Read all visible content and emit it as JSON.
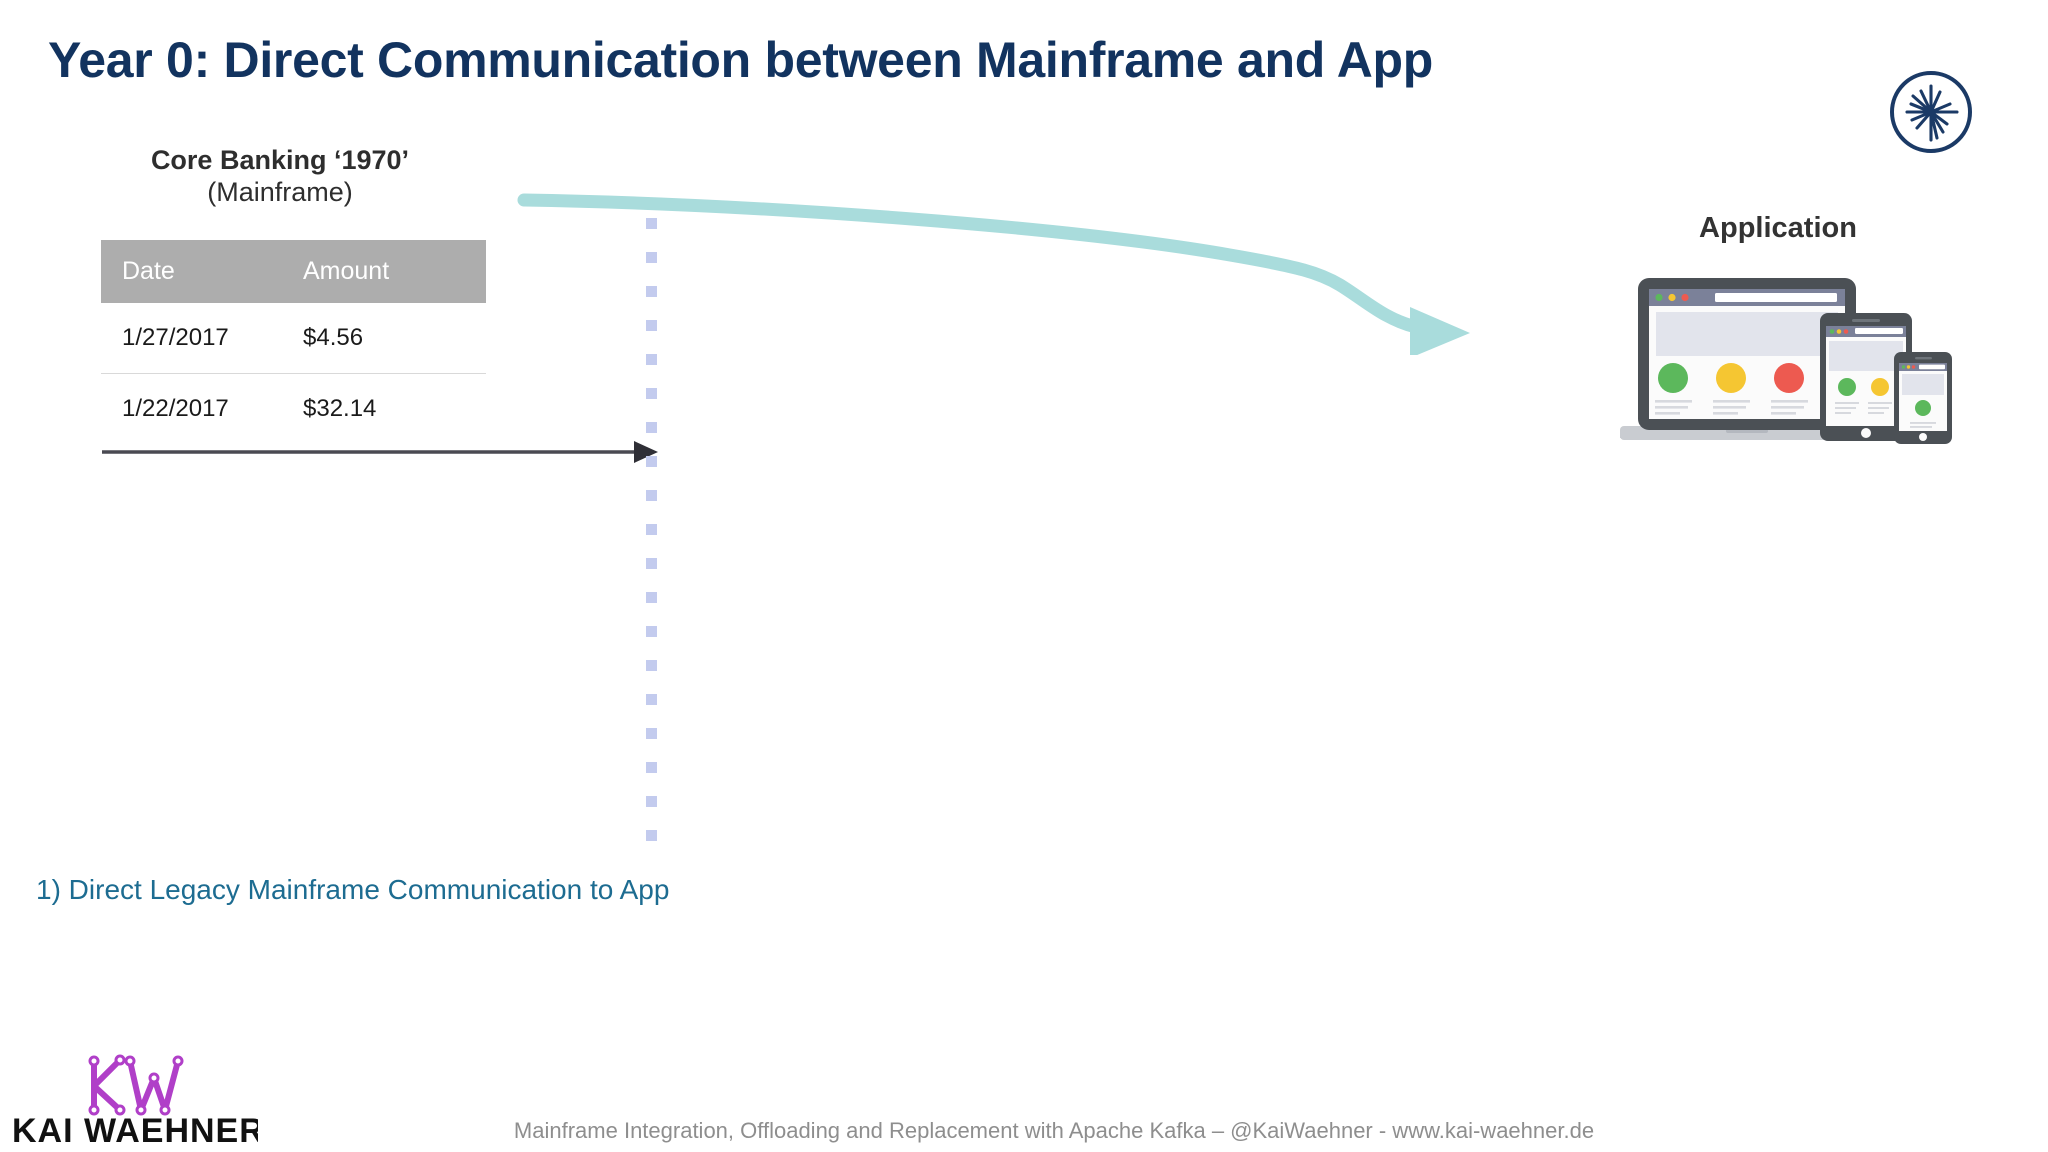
{
  "slide": {
    "title": "Year 0: Direct Communication between Mainframe and App",
    "caption": "1) Direct Legacy Mainframe Communication to App",
    "footer": "Mainframe Integration, Offloading and Replacement with Apache Kafka – @KaiWaehner - www.kai-waehner.de",
    "background_color": "#ffffff",
    "title_color": "#12335f",
    "caption_color": "#1d6c91",
    "footer_color": "#8e8e8e"
  },
  "brand_logo": {
    "name": "confluent-starburst-logo",
    "color": "#1b3a66"
  },
  "mainframe": {
    "title": "Core Banking ‘1970’",
    "subtitle": "(Mainframe)",
    "title_color": "#2e2e2e",
    "table": {
      "header_background": "#adadad",
      "header_text_color": "#ffffff",
      "columns": [
        "Date",
        "Amount"
      ],
      "rows": [
        {
          "date": "1/27/2017",
          "amount": "$4.56"
        },
        {
          "date": "1/22/2017",
          "amount": "$32.14"
        }
      ]
    }
  },
  "connections": {
    "direct_arrow": {
      "name": "direct-communication-arrow",
      "color": "#4a4a52",
      "direction": "right"
    },
    "teal_arrow": {
      "name": "mainframe-to-app-arrow",
      "color": "#a9dcdc",
      "direction": "right"
    },
    "dotted_divider": {
      "name": "vertical-dotted-divider",
      "color": "#c3cbee",
      "dot_count": 19
    }
  },
  "application": {
    "label": "Application",
    "label_color": "#333333",
    "devices": [
      "laptop",
      "tablet",
      "phone"
    ],
    "colors": {
      "device_frame": "#4b5055",
      "browser_bar": "#7b8199",
      "hero_band": "#e2e4ec",
      "page_background": "#fbfbfb",
      "url_bar": "#ffffff",
      "traffic_light_green": "#5cb85c",
      "traffic_light_yellow": "#f5c632",
      "traffic_light_red": "#ed5a50",
      "laptop_base": "#c9ccd1",
      "circle_green": "#5cb85c",
      "circle_yellow": "#f5c632",
      "circle_red": "#ed5a50",
      "text_line": "#d7d9de"
    }
  },
  "kw_logo": {
    "monogram": "KW",
    "wordmark": "KAI WAEHNER",
    "monogram_color": "#b03fc8",
    "wordmark_color": "#111111"
  }
}
